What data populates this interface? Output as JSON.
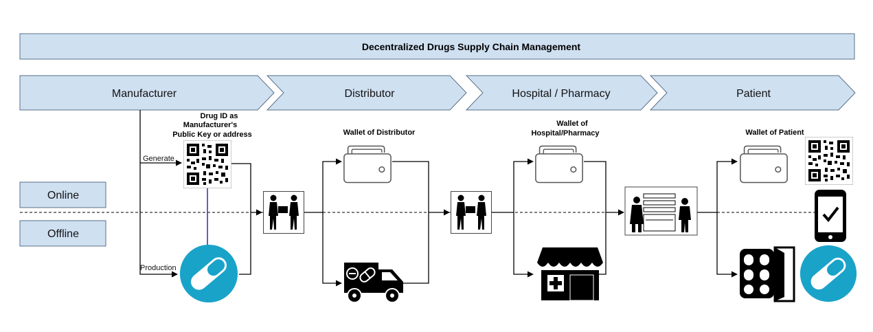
{
  "title": "Decentralized Drugs Supply Chain Management",
  "stages": [
    "Manufacturer",
    "Distributor",
    "Hospital / Pharmacy",
    "Patient"
  ],
  "modes": {
    "online": "Online",
    "offline": "Offline"
  },
  "labels": {
    "drug_id": [
      "Drug ID as",
      "Manufacturer's",
      "Public Key or address"
    ],
    "generate": "Generate",
    "production": "Production",
    "wallet_distributor": "Wallet of Distributor",
    "wallet_hospital": [
      "Wallet of",
      "Hospital/Pharmacy"
    ],
    "wallet_patient": "Wallet of Patient"
  },
  "icons": [
    "qr-code-icon",
    "pill-icon",
    "handshake-icon",
    "wallet-icon",
    "truck-icon",
    "store-icon",
    "pharmacy-counter-icon",
    "smartphone-check-icon",
    "blister-pack-icon"
  ],
  "colors": {
    "banner": "#cfe0f1",
    "pill": "#1aa3c9",
    "link_line": "#3b3bb0"
  }
}
